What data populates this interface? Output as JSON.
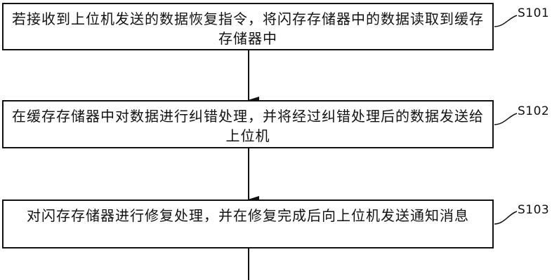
{
  "steps": [
    {
      "id": "S101",
      "text": "若接收到上位机发送的数据恢复指令，将闪存存储器中的数据读取到缓存存储器中"
    },
    {
      "id": "S102",
      "text": "在缓存存储器中对数据进行纠错处理，并将经过纠错处理后的数据发送给上位机"
    },
    {
      "id": "S103",
      "text": "对闪存存储器进行修复处理，并在修复完成后向上位机发送通知消息"
    }
  ]
}
